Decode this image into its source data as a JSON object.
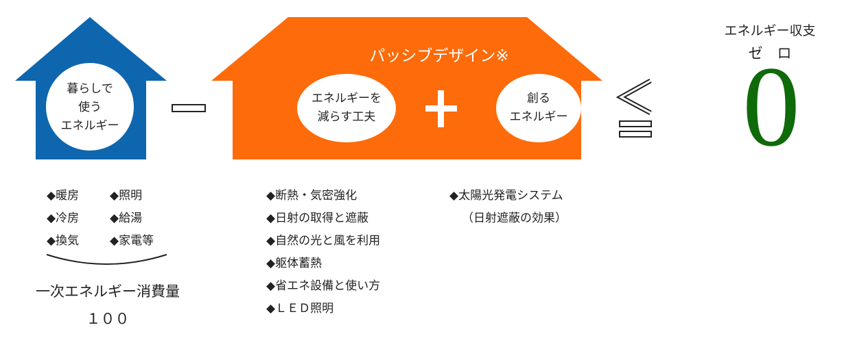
{
  "colors": {
    "blue": "#0e66ae",
    "orange": "#fd6b0a",
    "green": "#0f6a0a"
  },
  "consumption_house": {
    "lines": [
      "暮らしで",
      "使う",
      "エネルギー"
    ]
  },
  "operator_minus": "−",
  "passive_house": {
    "title": "パッシブデザイン※",
    "reduce": [
      "エネルギーを",
      "減らす工夫"
    ],
    "plus": "＋",
    "create": [
      "創る",
      "エネルギー"
    ]
  },
  "operator_leq": "≦",
  "result": {
    "label": "エネルギー収支",
    "zero_word": "ゼ　ロ",
    "value": "0"
  },
  "consumption_items": [
    [
      "◆暖房",
      "◆照明"
    ],
    [
      "◆冷房",
      "◆給湯"
    ],
    [
      "◆換気",
      "◆家電等"
    ]
  ],
  "primary_energy": {
    "label": "一次エネルギー消費量",
    "value": "１００"
  },
  "reduce_items": [
    "◆断熱・気密強化",
    "◆日射の取得と遮蔽",
    "◆自然の光と風を利用",
    "◆躯体蓄熱",
    "◆省エネ設備と使い方",
    "◆ＬＥＤ照明"
  ],
  "create_items": [
    "◆太陽光発電システム",
    "（日射遮蔽の効果）"
  ]
}
